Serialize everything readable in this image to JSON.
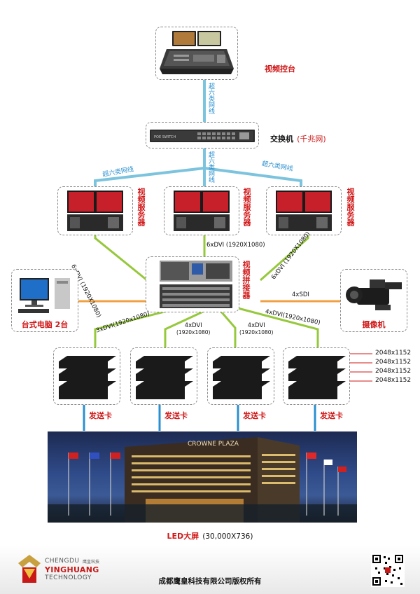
{
  "labels": {
    "console": "视频控台",
    "switch": "交换机",
    "switch_paren": "(千兆网)",
    "cable_top": "超六类网线",
    "cable_left": "超六类网线",
    "cable_mid": "超六类网线",
    "cable_right": "超六类网线",
    "server": "视频服务器",
    "dvi_left": "6xDVI (1920X1080)",
    "dvi_mid": "6xDVI (1920X1080)",
    "dvi_right": "6xDVI (1920X1080)",
    "splicer": "视频拼接器",
    "pc": "台式电脑 2台",
    "sdi": "4xSDI",
    "camera": "摄像机",
    "out_1": "3xDVI(1920x1080)",
    "out_2_line1": "4xDVI",
    "out_2_line2": "(1920x1080)",
    "out_3_line1": "4xDVI",
    "out_3_line2": "(1920x1080)",
    "out_4": "4xDVI(1920x1080)",
    "sender": "发送卡",
    "led": "LED大屏",
    "led_paren": "(30,000X736)",
    "company_pinyin_1": "CHENGDU",
    "company_pinyin_2": "YINGHUANG",
    "company_en": "TECHNOLOGY",
    "company_cn_small": "鹰皇科技",
    "copyright": "成都鹰皇科技有限公司版权所有",
    "hotel_sign": "CROWNE PLAZA",
    "switch_brand": "POE SWITCH"
  },
  "resolutions": [
    "2048x1152",
    "2048x1152",
    "2048x1152",
    "2048x1152"
  ],
  "colors": {
    "cable_blue": "#7cc3dd",
    "dvi_green": "#96c83c",
    "sdi_orange": "#f0a040",
    "red_text": "#d01818"
  }
}
